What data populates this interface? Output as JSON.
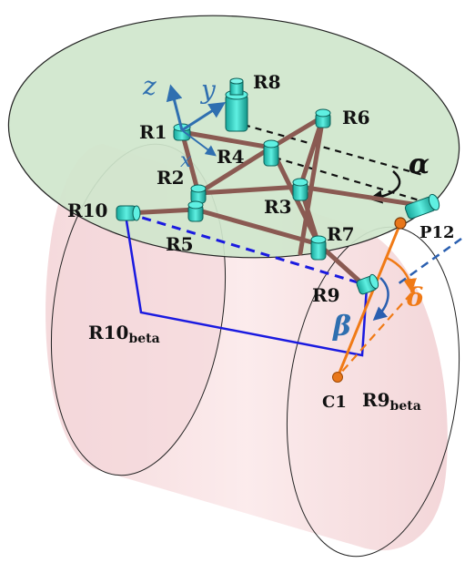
{
  "colors": {
    "plate_fill": "#cfe6cc",
    "cylinder_fill": "#f4d6d8",
    "joint_fill": "#33d6c8",
    "link": "#8a5a52",
    "blue_frame": "#1a1ae0",
    "orange": "#f07a16",
    "axis_blue": "#2f6fb0",
    "dashed_black": "#111111",
    "dashed_blue": "#2a5fb0"
  },
  "labels": {
    "r1": "R1",
    "r2": "R2",
    "r3": "R3",
    "r4": "R4",
    "r5": "R5",
    "r6": "R6",
    "r7": "R7",
    "r8": "R8",
    "r9": "R9",
    "r10": "R10",
    "r10_beta_main": "R10",
    "r10_beta_sub": "beta",
    "r9_beta_main": "R9",
    "r9_beta_sub": "beta",
    "c1": "C1",
    "p12": "P12"
  },
  "axes": {
    "z": "z",
    "y": "y",
    "x": "x"
  },
  "angles": {
    "alpha": "α",
    "beta": "β",
    "delta": "δ"
  }
}
